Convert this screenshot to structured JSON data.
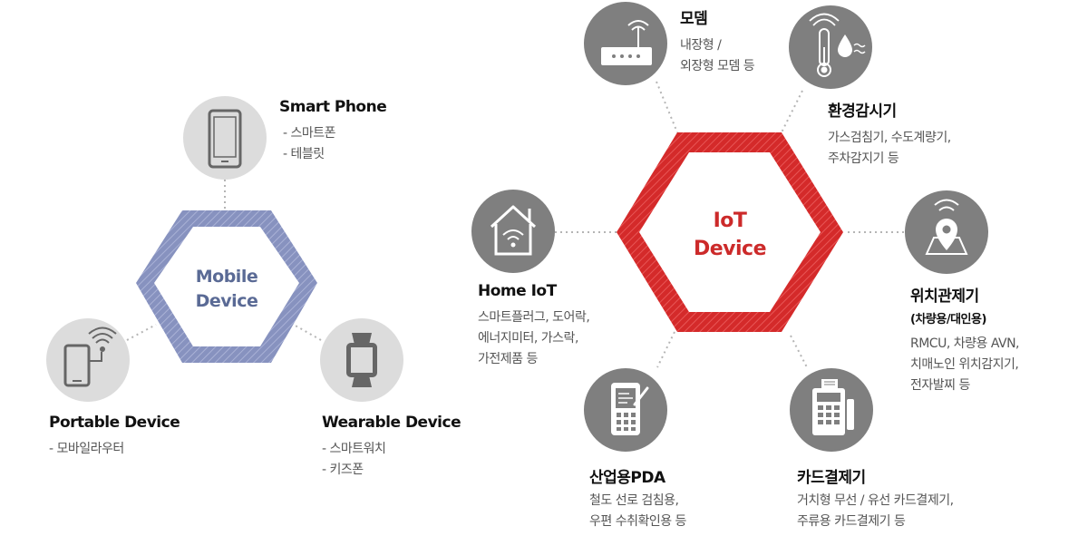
{
  "mobile": {
    "center_label": [
      "Mobile",
      "Device"
    ],
    "colors": {
      "hex": "#8792bf",
      "text": "#5a6a95",
      "circle": "#dcdcdc",
      "icon": "#666666"
    },
    "nodes": [
      {
        "title": "Smart Phone",
        "lines": [
          "- 스마트폰",
          "- 테블릿"
        ],
        "icon": "smartphone-icon"
      },
      {
        "title": "Portable Device",
        "lines": [
          "- 모바일라우터"
        ],
        "icon": "portable-router-icon"
      },
      {
        "title": "Wearable Device",
        "lines": [
          "- 스마트워치",
          "- 키즈폰"
        ],
        "icon": "smartwatch-icon"
      }
    ]
  },
  "iot": {
    "center_label": [
      "IoT",
      "Device"
    ],
    "colors": {
      "hex": "#d42a2a",
      "text": "#cc2a2a",
      "circle": "#7f7f7f",
      "icon": "#ffffff"
    },
    "nodes": [
      {
        "title": "모뎀",
        "lines": [
          "내장형 /",
          "외장형 모뎀 등"
        ],
        "icon": "modem-icon"
      },
      {
        "title": "환경감시기",
        "lines": [
          "가스검침기, 수도계량기,",
          "주차감지기 등"
        ],
        "icon": "thermometer-icon"
      },
      {
        "title": "위치관제기",
        "subtitle": "(차량용/대인용)",
        "lines": [
          "RMCU, 차량용 AVN,",
          "치매노인 위치감지기,",
          "전자발찌 등"
        ],
        "icon": "location-pin-icon"
      },
      {
        "title": "카드결제기",
        "lines": [
          "거치형 무선 / 유선 카드결제기,",
          "주류용 카드결제기 등"
        ],
        "icon": "card-terminal-icon"
      },
      {
        "title": "산업용PDA",
        "lines": [
          "철도 선로 검침용,",
          "우편 수취확인용 등"
        ],
        "icon": "pda-icon"
      },
      {
        "title": "Home IoT",
        "lines": [
          "스마트플러그, 도어락,",
          "에너지미터, 가스락,",
          "가전제품 등"
        ],
        "icon": "home-wifi-icon"
      }
    ]
  }
}
